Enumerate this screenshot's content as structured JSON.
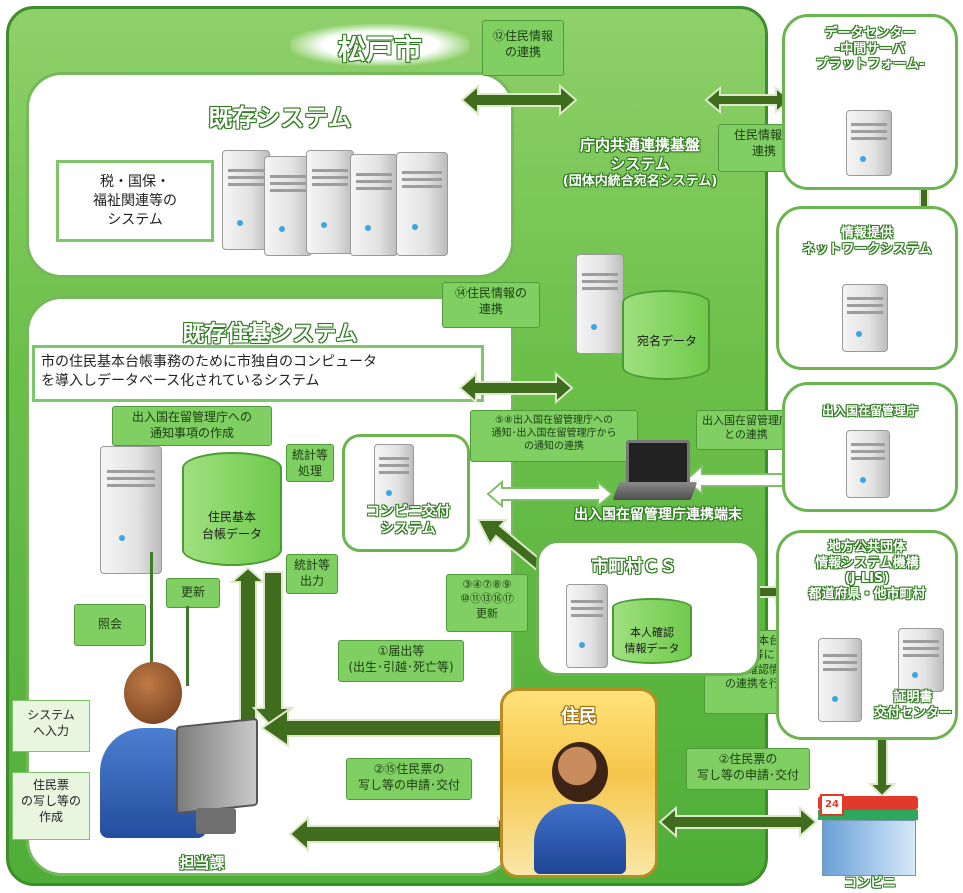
{
  "city": {
    "title": "松戸市"
  },
  "existing_system": {
    "title": "既存システム",
    "box_text": "税・国保・\n福祉関連等の\nシステム"
  },
  "common_platform": {
    "title_line1": "庁内共通連携基盤",
    "title_line2": "システム",
    "title_line3": "(団体内統合宛名システム)",
    "db_label": "宛名データ"
  },
  "juki_system": {
    "title": "既存住基システム",
    "desc_line1": "市の住民基本台帳事務のために市独自のコンピュータ",
    "desc_line2": "を導入しデータベース化されているシステム",
    "notice_callout": "出入国在留管理庁への\n通知事項の作成",
    "db_label": "住民基本\n台帳データ",
    "stats_process": "統計等\n処理",
    "stats_output": "統計等\n出力",
    "konbini_title": "コンビニ交付\nシステム"
  },
  "connection_labels": {
    "c12": "⑫住民情報\nの連携",
    "c14": "⑭住民情報の\n連携",
    "c_datacenter": "住民情報の\n連携",
    "c58": "⑤⑧出入国在留管理庁への\n通知･出入国在留管理庁から\nの通知の連携",
    "c_immigration": "出入国在留管理庁\nとの連携",
    "c_update_numbers": "③④⑦⑧⑨\n⑩⑪⑬⑯⑰\n更新",
    "c_kosinprocess": "住民基本台帳\nの記載等により\n本人確認情報\nの連携を行う"
  },
  "terminal_label": "出入国在留管理庁連携端末",
  "city_cs": {
    "title": "市町村ＣＳ",
    "db_label": "本人確認\n情報データ"
  },
  "right": {
    "datacenter": "データセンター\n-中間サーバ\nプラットフォーム-",
    "info_network": "情報提供\nネットワークシステム",
    "immigration": "出入国在留管理庁",
    "jlis": "地方公共団体\n情報システム機構\n(J-LIS)\n都道府県・他市町村",
    "cert_center": "証明書\n交付センター"
  },
  "staff": {
    "label": "担当課",
    "shokai": "照会",
    "koushin": "更新",
    "input": "システム\nへ入力",
    "create": "住民票\nの写し等の\n作成"
  },
  "resident": {
    "title": "住民"
  },
  "flows": {
    "f1": "①届出等\n(出生･引越･死亡等)",
    "f215": "②⑮住民票の\n写し等の申請･交付",
    "f2": "②住民票の\n写し等の申請･交付"
  },
  "konbini_label": "コンビニ"
}
